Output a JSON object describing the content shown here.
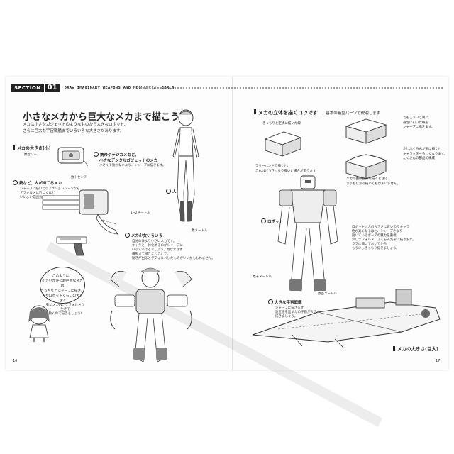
{
  "header": {
    "section_label": "SECTION",
    "section_number": "01",
    "section_title": "DRAW IMAGINARY WEAPONS AND MECHANICAL GIRLS"
  },
  "left": {
    "headline": "小さなメカから巨大なメカまで描こう!",
    "lead_line1": "メカは小さなガジェットのようなものから大きなロボット、",
    "lead_line2": "さらに巨大な宇宙戦艦までいろいろな大きさがあります。",
    "size_small": "メカの大きさ(小)",
    "label_card": "数センチ",
    "caption1_title": "携帯やデジカメなど、",
    "caption1_title2": "小さなデジタルガジェットのメカ",
    "caption1_body": "小さくて動かないよう、シャープに描きます。",
    "label_tens_cm": "数十センチ",
    "caption2_title": "銃など、人が持てるメカ",
    "caption2_body1": "シャープに描いたりアクションシーンなら",
    "caption2_body2": "デフォルメに近づくほど",
    "caption2_body3": "いいよい雰囲気が出ます。",
    "caption_person": "人",
    "label_person_m": "1~2メートル",
    "caption3_title": "メカ少女いろいろ",
    "caption3_body1": "自分の体より小さいメカです。",
    "caption3_body2": "キャラと一体化するのがシャープに",
    "caption3_body3": "いっていけるでしょう。見せすぎず",
    "caption3_body4": "細部まで描きこむことで、",
    "caption3_body5": "動きが出るとデフォルメしたものがいいかもしれません。",
    "label_several_m": "数メートル",
    "bubble_line1": "このように、",
    "bubble_line2": "小さいか逆に超巨大なメカは",
    "bubble_line3": "きっちりとシャープに描き、",
    "bubble_line4": "人やロボットくらいの大きさで",
    "bubble_line5": "動くメカは、デフォルメが生きて",
    "bubble_line6": "動くので描きましょう!",
    "page_number": "16"
  },
  "right": {
    "headline_bold": "メカの立体を描くコツです",
    "headline_rest": "… 基本の箱型パーツで説明します",
    "box1_caption": "きっちりと定規に描いた線",
    "box2_caption1": "フリーハンドで描くと、",
    "box2_caption2": "これはどうきっちり描いた場合があります",
    "box_right_caption1": "でもこういう風に、",
    "box_right_caption2": "丹念に引いた線を",
    "box_right_caption3": "シャープに描きます。",
    "box_right2_caption1": "少しふくらんだ形に描くと",
    "box_right2_caption2": "キャラクターらしくなります。",
    "box_right2_caption3": "たくさんの部品で構成",
    "note1": "メカの曲線部分を描くときは、",
    "note2": "きっちりかっ描いてもかまいません。",
    "caption_robot": "ロボット",
    "robot_body1": "ロボットは人の大きさに近いのでキャラ",
    "robot_body2": "性が高くなるほど、シャープさより",
    "robot_body3": "動いているポーズの魅力を重視。",
    "robot_body4": "少しデフォルメ、ふくらんだ形に描きます。",
    "robot_body5": "ラフに描いておいてから",
    "robot_body6": "もう少しきっちり描きましょう。",
    "label_dozen_m": "数十メートル",
    "label_hundreds_m": "数百メートル",
    "caption_ship": "大きな宇宙戦艦",
    "ship_body1": "シャープに描きます。",
    "ship_body2": "遠近感を出すため手前が大きく",
    "ship_body3": "描きましょう。",
    "size_large": "メカの大きさ(巨大)",
    "page_number": "17"
  }
}
